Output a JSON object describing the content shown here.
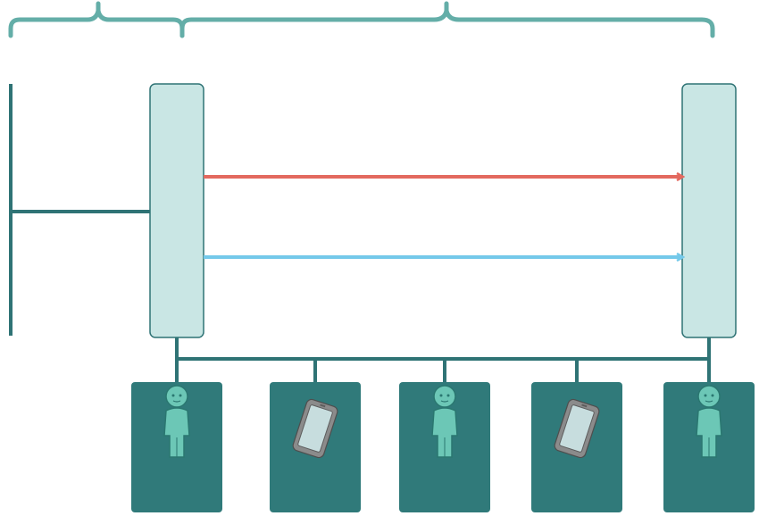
{
  "colors": {
    "brace": "#64aea8",
    "line": "#2f7375",
    "panel_fill": "#c9e6e4",
    "panel_stroke": "#2f7375",
    "arrow_red": "#e3695f",
    "arrow_blue": "#74c9ea",
    "card_fill": "#307a7a",
    "person_fill": "#6cc7b6",
    "person_stroke": "#2a7770",
    "phone_body": "#8b8b8b",
    "phone_screen": "#c7ddde"
  },
  "braces": [
    {
      "name": "left-bracket"
    },
    {
      "name": "right-bracket"
    }
  ],
  "arrows": [
    {
      "name": "red-arrow",
      "color_key": "arrow_red"
    },
    {
      "name": "blue-arrow",
      "color_key": "arrow_blue"
    }
  ],
  "cards": [
    {
      "name": "card-1",
      "icon": "person-icon"
    },
    {
      "name": "card-2",
      "icon": "phone-icon"
    },
    {
      "name": "card-3",
      "icon": "person-icon"
    },
    {
      "name": "card-4",
      "icon": "phone-icon"
    },
    {
      "name": "card-5",
      "icon": "person-icon"
    }
  ]
}
